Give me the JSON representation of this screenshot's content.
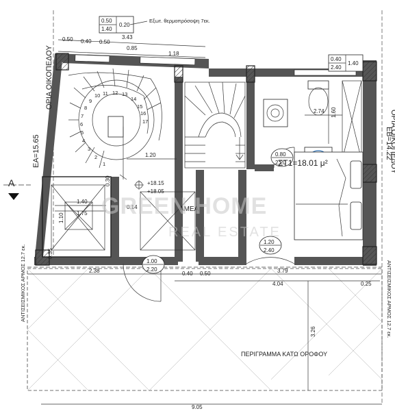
{
  "labels": {
    "thermal_note": "Εξωτ. θερμοπρόσοψη 7εκ.",
    "boundary_top": "ΟΡΙΑ ΟΙΚΟΠΕΔΟΥ",
    "boundary_right": "ΟΡΙΑ ΟΙΚΟΠΕΔΟΥ",
    "ea_left": "ΕΑ=15.65",
    "ea_right": "ΕΒ=14.22",
    "joint_left": "ΑΝΤΙΣΕΙΣΜΙΚΟΣ ΑΡΜΟΣ 12.7 εκ.",
    "joint_right": "ΑΝΤΙΣΕΙΣΜΙΚΟΣ ΑΡΜΟΣ 12.7 εκ.",
    "room_area": "ΣΤ1=18.01 μ²",
    "amea": "ΑΜΕΑ",
    "lower_floor": "ΠΕΡΙΓΡΑΜΜΑ ΚΑΤΩ ΟΡΟΦΟΥ",
    "section_marker": "Α",
    "level_top": "+18.15",
    "level_bottom": "+18.05"
  },
  "openings": {
    "w_top_left": {
      "top": "0.50",
      "bottom": "1.40",
      "side": "0.20"
    },
    "w_top_right": {
      "top": "0.40",
      "bottom": "2.40",
      "side": "1.40"
    },
    "d_bath": {
      "top": "0.80",
      "bottom": "2.20"
    },
    "d_room": {
      "top": "1.20",
      "bottom": "2.40"
    },
    "d_entry": {
      "top": "1.00",
      "bottom": "2.20"
    }
  },
  "dims": {
    "d050": "0.50",
    "d040": "0.40",
    "d050b": "0.50",
    "d343": "3.43",
    "d085": "0.85",
    "d118": "1.18",
    "d274": "2.74",
    "d160": "1.60",
    "d120": "1.20",
    "d140": "1.40",
    "d175": "1.75",
    "d110": "1.10",
    "d030": "0.30",
    "d035": "0.35",
    "d014": "0.14",
    "d238": "2.38",
    "d040b": "0.40",
    "d050c": "0.50",
    "d379": "3.79",
    "d404": "4.04",
    "d025": "0.25",
    "d326": "3.26",
    "d905": "9.05"
  },
  "stairs": [
    "1",
    "2",
    "3",
    "4",
    "5",
    "6",
    "7",
    "8",
    "9",
    "10",
    "11",
    "12",
    "13",
    "14",
    "15",
    "16",
    "17"
  ],
  "watermark": {
    "brand": "GREEN HOME",
    "sub": "REAL ESTATE"
  }
}
